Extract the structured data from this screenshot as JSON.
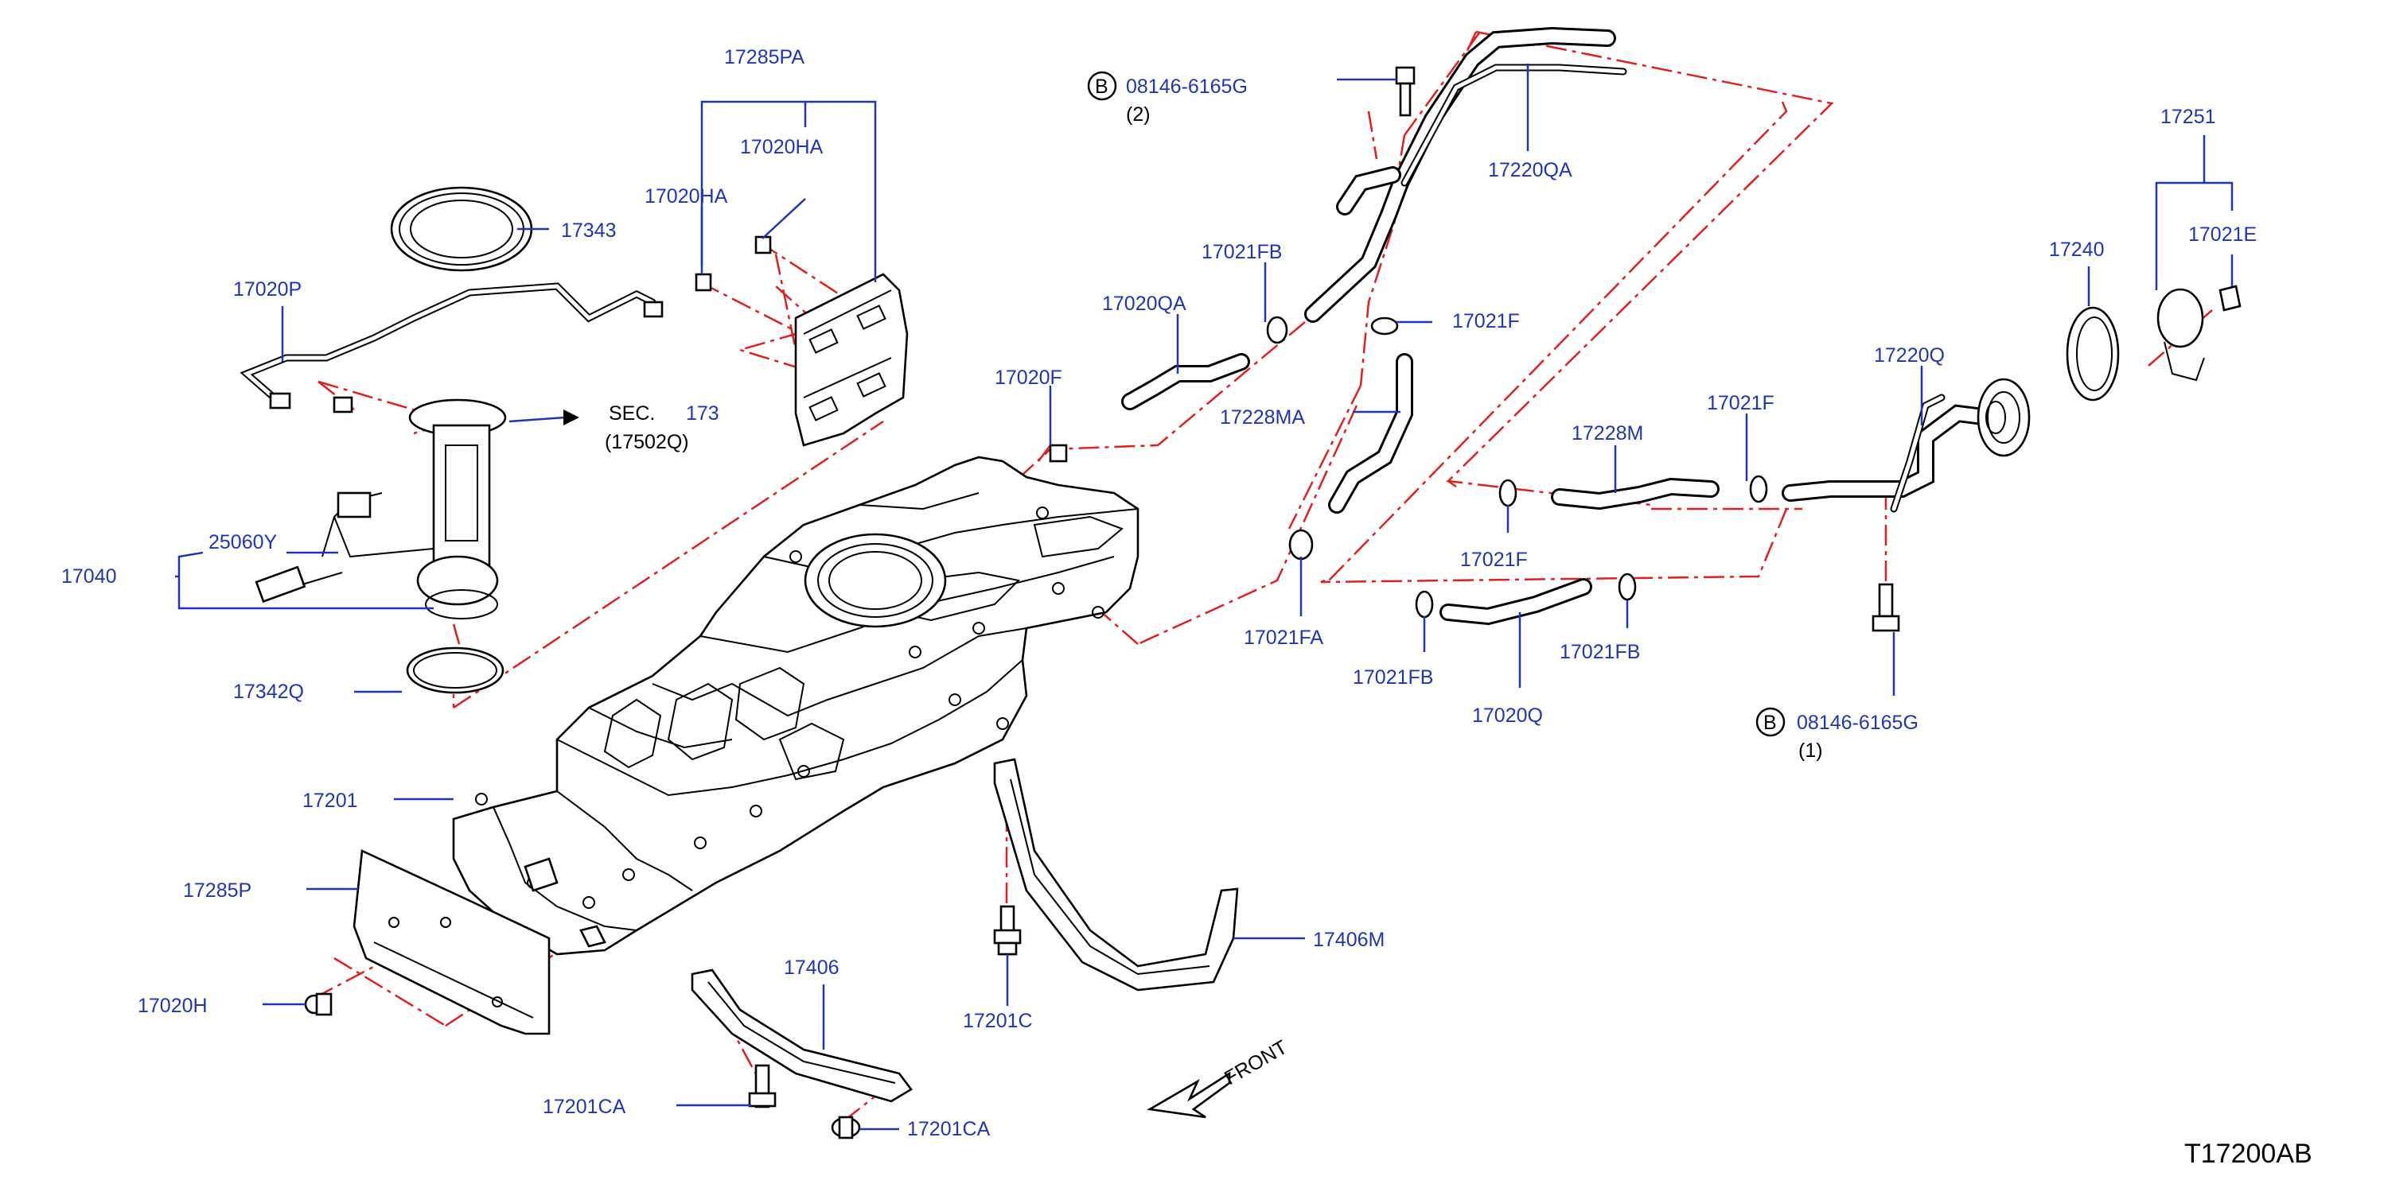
{
  "colors": {
    "label": "#1f35b8",
    "leader": "#1f35b8",
    "centerline": "#e02020",
    "outline": "#000000"
  },
  "labels": {
    "p17285PA": "17285PA",
    "p17020HA_a": "17020HA",
    "p17020HA_b": "17020HA",
    "p17343": "17343",
    "p17020P": "17020P",
    "sec": "SEC.",
    "sec_num": "173",
    "sec_ref": "(17502Q)",
    "p25060Y": "25060Y",
    "p17040": "17040",
    "p17342Q": "17342Q",
    "p17201": "17201",
    "p17285P": "17285P",
    "p17020H": "17020H",
    "p17406": "17406",
    "p17201CA_a": "17201CA",
    "p17201CA_b": "17201CA",
    "p17201C": "17201C",
    "p17406M": "17406M",
    "front": "FRONT",
    "bolt_top": "08146-6165G",
    "bolt_top_qty": "(2)",
    "bolt_bottom": "08146-6165G",
    "bolt_bottom_qty": "(1)",
    "circle_b": "B",
    "p17220QA": "17220QA",
    "p17021FB_a": "17021FB",
    "p17020QA": "17020QA",
    "p17020F": "17020F",
    "p17021F_a": "17021F",
    "p17228MA": "17228MA",
    "p17021FA": "17021FA",
    "p17228M": "17228M",
    "p17021F_b": "17021F",
    "p17021F_c": "17021F",
    "p17021FB_b": "17021FB",
    "p17021FB_c": "17021FB",
    "p17020Q": "17020Q",
    "p17220Q": "17220Q",
    "p17240": "17240",
    "p17251": "17251",
    "p17021E": "17021E",
    "diagram_code": "T17200AB"
  }
}
